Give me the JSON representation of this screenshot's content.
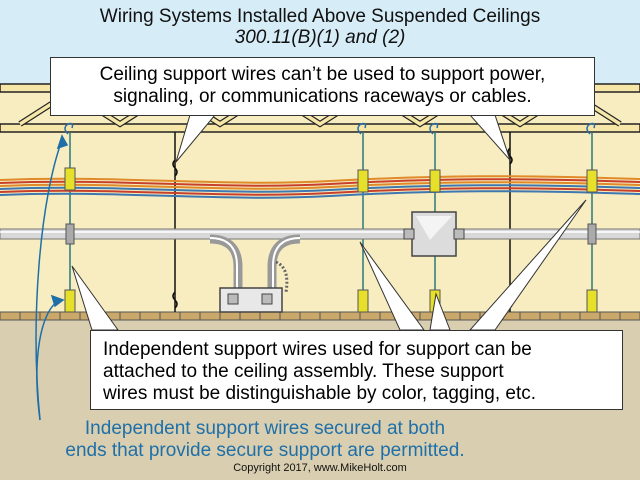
{
  "title": {
    "line1": "Wiring Systems Installed Above Suspended Ceilings",
    "line2": "300.11(B)(1) and (2)"
  },
  "callout_top": {
    "line1": "Ceiling support wires can’t be used to support power,",
    "line2": "signaling, or communications raceways or cables."
  },
  "callout_bottom": {
    "line1": "Independent support wires used for support can be",
    "line2": "attached to the ceiling assembly. These support",
    "line3": "wires must be distinguishable by color, tagging, etc."
  },
  "note_blue": {
    "line1": "Independent support wires secured at both",
    "line2": "ends that provide secure support are permitted."
  },
  "copyright": "Copyright 2017, www.MikeHolt.com",
  "colors": {
    "sky": "#d6ecf7",
    "ceiling_void": "#f7edc0",
    "floor": "#d9cfb0",
    "joist": "#f6e7a8",
    "cable_red": "#c8402c",
    "cable_orange": "#e08a2a",
    "cable_blue": "#3f78b0",
    "conduit": "#d8d8d8",
    "support_tag": "#e6e02a",
    "note_blue": "#1f6fa8"
  }
}
